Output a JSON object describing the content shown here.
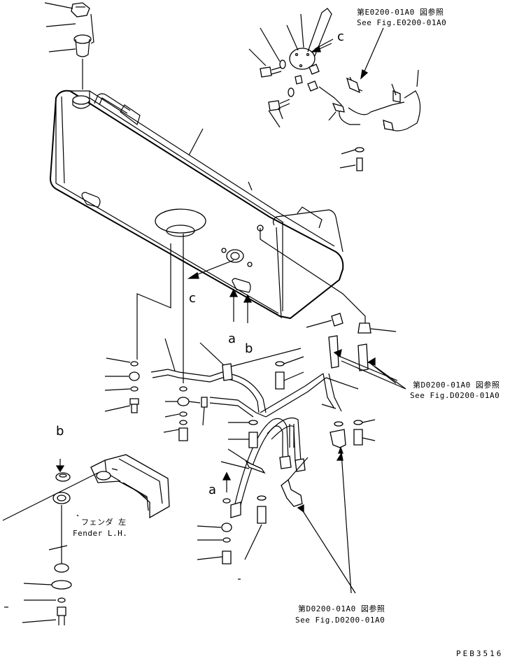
{
  "references": {
    "e0200_jp": "第E0200-01A0 図参照",
    "e0200_en": "See Fig.E0200-01A0",
    "d0200_upper_jp": "第D0200-01A0 図参照",
    "d0200_upper_en": "See Fig.D0200-01A0",
    "d0200_lower_jp": "第D0200-01A0 図参照",
    "d0200_lower_en": "See Fig.D0200-01A0"
  },
  "fender": {
    "jp": "フェンダ 左",
    "en": "Fender L.H."
  },
  "view_letters": {
    "c_top": "c",
    "c_mid": "c",
    "a_mid": "a",
    "b_mid": "b",
    "b_left": "b",
    "a_low": "a"
  },
  "drawing_code": "PEB3516"
}
